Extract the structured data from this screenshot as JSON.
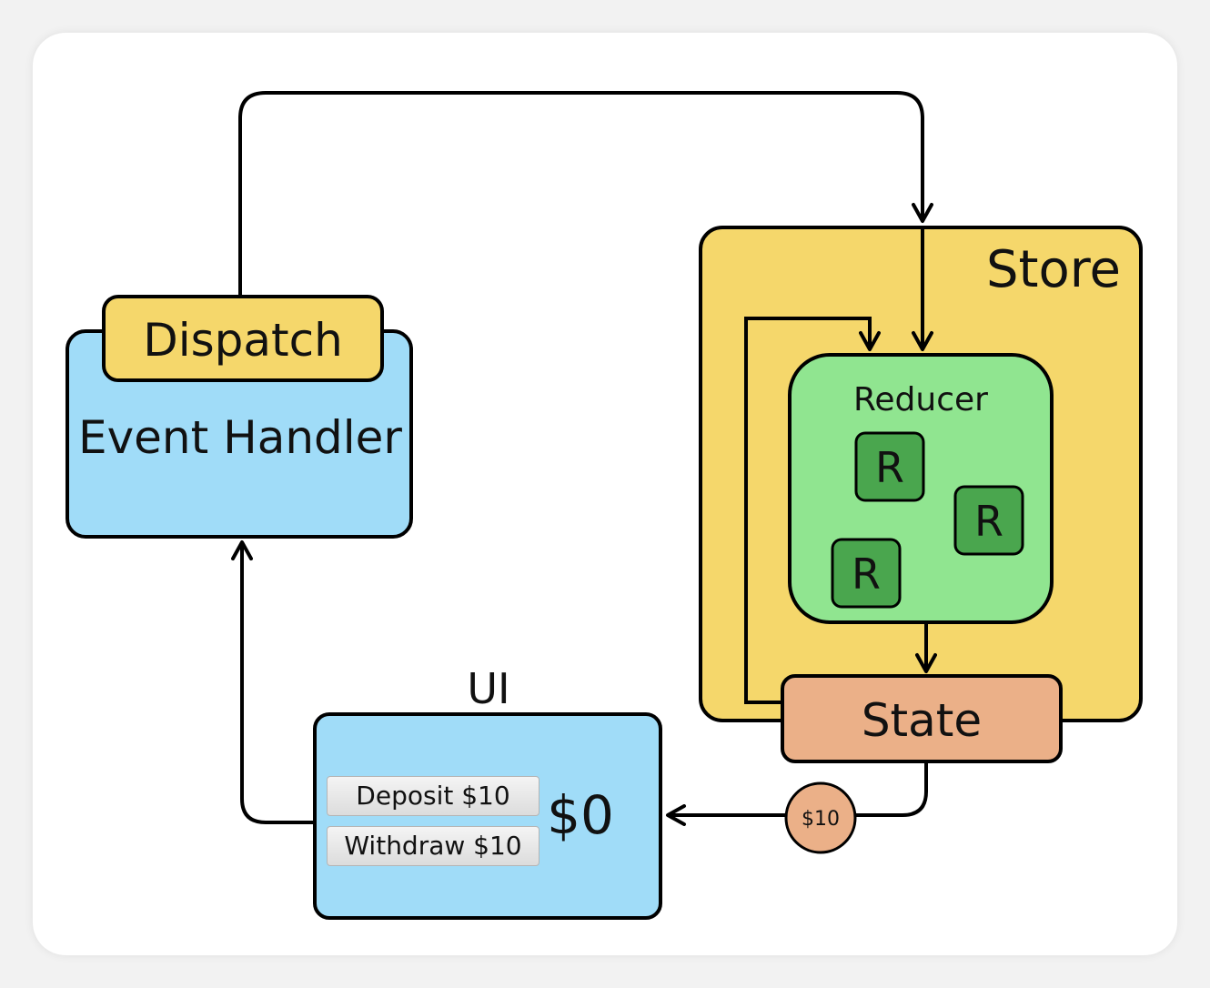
{
  "labels": {
    "dispatch": "Dispatch",
    "event_handler": "Event Handler",
    "store": "Store",
    "reducer": "Reducer",
    "reducer_items": [
      "R",
      "R",
      "R"
    ],
    "state": "State",
    "ui": "UI",
    "payload": "$10"
  },
  "ui": {
    "deposit_label": "Deposit $10",
    "withdraw_label": "Withdraw $10",
    "balance": "$0"
  },
  "colors": {
    "store": "#f5d76b",
    "dispatch": "#f5d76b",
    "event_handler": "#a0dcf8",
    "ui": "#a0dcf8",
    "reducer": "#90e590",
    "reducer_item": "#4aa64e",
    "state": "#ebb088",
    "payload": "#ebb088"
  }
}
